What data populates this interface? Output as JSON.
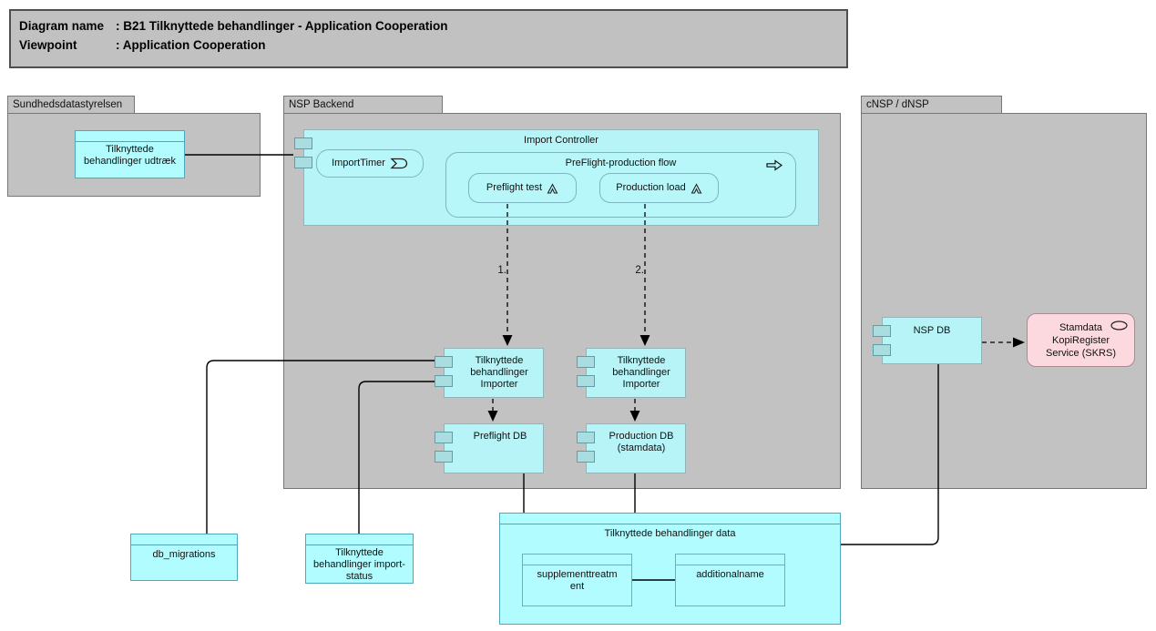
{
  "title_block": {
    "rows": [
      {
        "label": "Diagram name",
        "value": ": B21 Tilknyttede behandlinger - Application Cooperation"
      },
      {
        "label": "Viewpoint",
        "value": ": Application Cooperation"
      }
    ]
  },
  "groups": {
    "sundhedsdatastyrelsen": {
      "label": "Sundhedsdatastyrelsen"
    },
    "nsp_backend": {
      "label": "NSP Backend"
    },
    "cnsp": {
      "label": "cNSP / dNSP"
    }
  },
  "nodes": {
    "udtraek": {
      "label": "Tilknyttede behandlinger udtræk"
    },
    "import_controller": {
      "label": "Import Controller"
    },
    "import_timer": {
      "label": "ImportTimer"
    },
    "preflight_production_flow": {
      "label": "PreFlight-production flow"
    },
    "preflight_test": {
      "label": "Preflight test"
    },
    "production_load": {
      "label": "Production load"
    },
    "importer_preflight": {
      "label": "Tilknyttede behandlinger Importer"
    },
    "importer_production": {
      "label": "Tilknyttede behandlinger Importer"
    },
    "preflight_db": {
      "label": "Preflight DB"
    },
    "production_db": {
      "label": "Production DB (stamdata)"
    },
    "nsp_db": {
      "label": "NSP DB"
    },
    "skrs": {
      "label": "Stamdata KopiRegister Service (SKRS)"
    },
    "db_migrations": {
      "label": "db_migrations"
    },
    "import_status": {
      "label": "Tilknyttede behandlinger import-status"
    },
    "data_container": {
      "label": "Tilknyttede behandlinger data"
    },
    "supplementtreatment": {
      "label": "supplementtreatment"
    },
    "additionalname": {
      "label": "additionalname"
    }
  },
  "edges": {
    "step1_label": "1.",
    "step2_label": "2."
  },
  "icons": {
    "timer_event": "application-event-icon",
    "process_arrow": "application-process-icon",
    "function_chevron": "application-function-icon",
    "service_ellipse": "application-service-icon"
  },
  "colors": {
    "group_fill": "#c2c2c2",
    "component_fill": "#b7f4f7",
    "dataobj_fill": "#b0fcff",
    "service_fill": "#fbd9de",
    "wire": "#000000"
  }
}
